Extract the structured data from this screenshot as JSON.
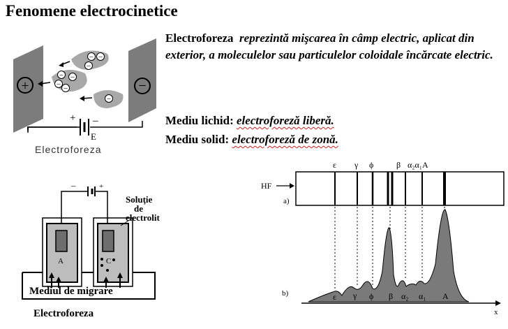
{
  "title": "Fenomene electrocinetice",
  "definition": {
    "term": "Electroforeza",
    "text": "reprezintă mişcarea în câmp electric, aplicat din exterior, a moleculelor sau particulelor coloidale încărcate electric."
  },
  "media": [
    {
      "label": "Mediu lichid:",
      "kind": "electroforeză liberă."
    },
    {
      "label": "Mediu solid:",
      "kind": "electroforeză de zonă."
    }
  ],
  "figure1": {
    "caption": "Electroforeza",
    "battery_plus": "+",
    "battery_minus": "–",
    "battery_label": "E",
    "anode_symbol": "+",
    "cathode_symbol": "−",
    "ion_symbol": "−"
  },
  "figure2": {
    "caption": "Electroforeza",
    "solution_label_1": "Soluţie",
    "solution_label_2": "de",
    "solution_label_3": "electrolit",
    "electrode_left": "A",
    "electrode_right": "C",
    "medium_label": "Mediul de migrare",
    "battery_minus": "–",
    "battery_plus": "+"
  },
  "figure3": {
    "hf_label": "HF",
    "panel_a": "a)",
    "panel_b": "b)",
    "x_axis": "x",
    "top_labels": [
      "ε",
      "γ",
      "ϕ",
      "β",
      "α₂α₁A"
    ],
    "bottom_labels": [
      "ε",
      "γ",
      "ϕ",
      "β",
      "α₂",
      "α₁",
      "A"
    ]
  }
}
